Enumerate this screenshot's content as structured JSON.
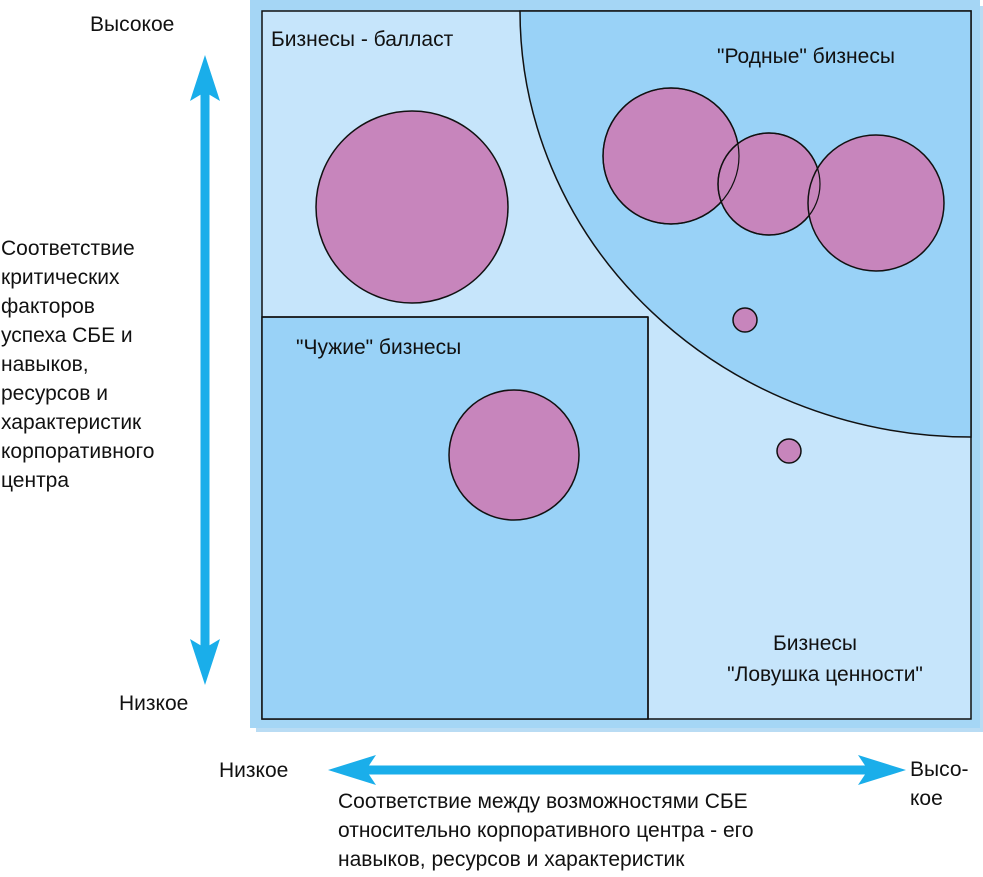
{
  "diagram": {
    "quadrants": {
      "top_left": "Бизнесы - балласт",
      "top_right": "\"Родные\" бизнесы",
      "bottom_left": "\"Чужие\" бизнесы",
      "bottom_right": [
        "Бизнесы",
        "\"Ловушка ценности\""
      ]
    },
    "y_axis": {
      "high": "Высокое",
      "low": "Низкое",
      "title_lines": [
        "Соответствие",
        "критических",
        "факторов",
        "успеха СБЕ и",
        "навыков,",
        "ресурсов и",
        "характеристик",
        "корпоративного",
        "центра"
      ]
    },
    "x_axis": {
      "low": "Низкое",
      "high_lines": [
        "Высо-",
        "кое"
      ],
      "title_lines": [
        "Соответствие между возможностями СБЕ",
        "относительно корпоративного центра - его",
        "навыков, ресурсов и характеристик"
      ]
    },
    "colors": {
      "light_blue": "#c6e5fb",
      "medium_blue": "#99d2f7",
      "frame_blue": "#a5d6f5",
      "bubble_fill": "#c785bc",
      "arrow_blue": "#1aaeea",
      "outline": "#111111"
    }
  }
}
